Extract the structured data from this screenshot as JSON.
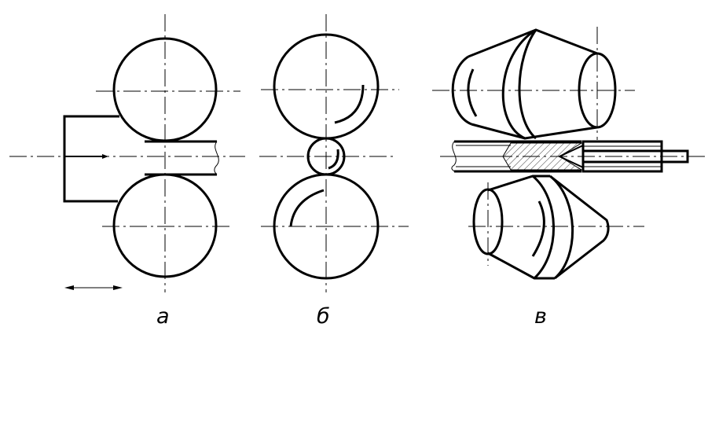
{
  "labels": {
    "a": "а",
    "b": "б",
    "c": "в"
  },
  "colors": {
    "ink": "#000000",
    "paper": "#ffffff"
  }
}
